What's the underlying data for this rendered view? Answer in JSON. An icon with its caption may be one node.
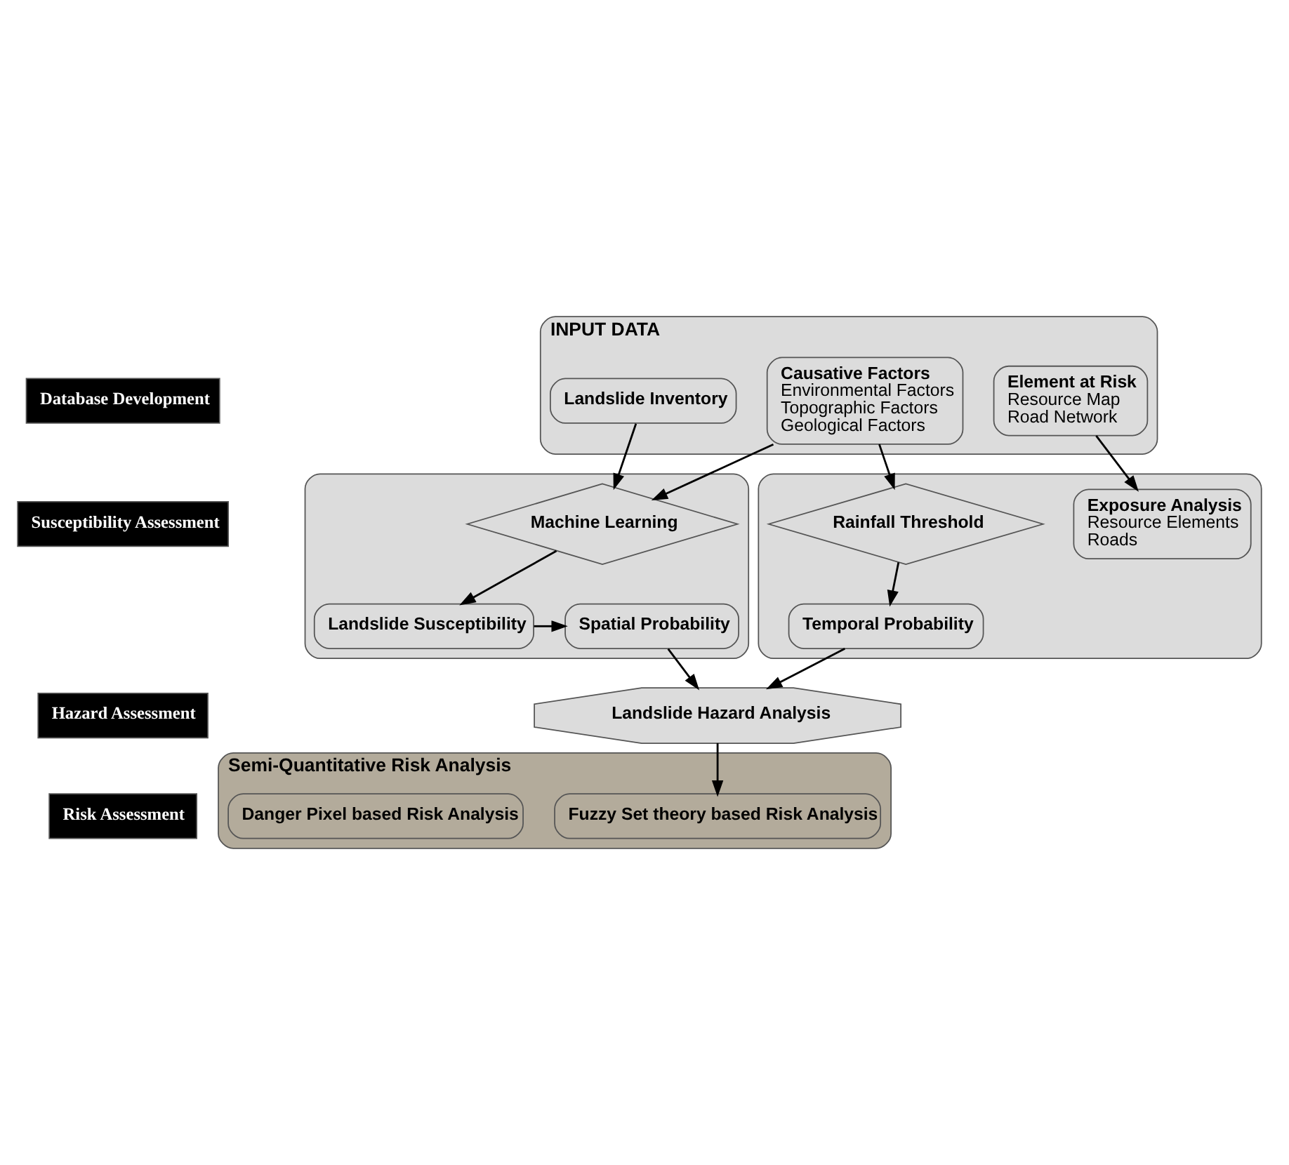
{
  "diagram": {
    "nodes": [
      {
        "text": [
          "Database Development"
        ]
      },
      {
        "text": [
          "Susceptibility Assessment"
        ]
      },
      {
        "text": [
          "Hazard Assessment"
        ]
      },
      {
        "text": [
          "Risk Assessment"
        ]
      },
      {
        "text": [
          "INPUT DATA"
        ]
      },
      {
        "text": [
          "Landslide Inventory"
        ],
        "in": 4
      },
      {
        "text": [
          "Causative Factors",
          "Environmental Factors",
          "Topographic Factors",
          "Geological Factors"
        ],
        "in": 4
      },
      {
        "text": [
          "Element at Risk",
          "Resource Map",
          "Road Network"
        ],
        "in": 4
      },
      {
        "text": [],
        "shape": "box"
      },
      {
        "text": [
          "Machine Learning"
        ],
        "in": 8
      },
      {
        "text": [
          "Landslide Susceptibility"
        ],
        "in": 8
      },
      {
        "text": [
          "Spatial Probability"
        ],
        "in": 8
      },
      {
        "text": [],
        "shape": "box"
      },
      {
        "text": [
          "Rainfall Threshold"
        ],
        "in": 12
      },
      {
        "text": [
          "Exposure Analysis",
          "Resource Elements",
          "Roads"
        ],
        "in": 12
      },
      {
        "text": [
          "Temporal Probability"
        ],
        "in": 12
      },
      {
        "text": [
          "Landslide Hazard Analysis"
        ]
      },
      {
        "text": [
          "Semi-Quantitative Risk Analysis"
        ]
      },
      {
        "text": [
          "Fuzzy Set theory based Risk Analysis"
        ],
        "in": 17
      },
      {
        "text": [
          "Danger Pixel based Risk Analysis"
        ],
        "in": 17
      }
    ],
    "edges": [
      {
        "from": 5,
        "to": 9,
        "arrow": "to"
      },
      {
        "from": 6,
        "to": 9,
        "arrow": "to"
      },
      {
        "from": 6,
        "to": 13,
        "arrow": "to"
      },
      {
        "from": 7,
        "to": 14,
        "arrow": "to"
      },
      {
        "from": 9,
        "to": 10,
        "arrow": "to"
      },
      {
        "from": 10,
        "to": 11,
        "arrow": "to"
      },
      {
        "from": 13,
        "to": 15,
        "arrow": "to"
      },
      {
        "from": 11,
        "to": 16,
        "arrow": "to"
      },
      {
        "from": 15,
        "to": 16,
        "arrow": "to"
      },
      {
        "from": 16,
        "to": 18,
        "arrow": "to"
      }
    ]
  }
}
